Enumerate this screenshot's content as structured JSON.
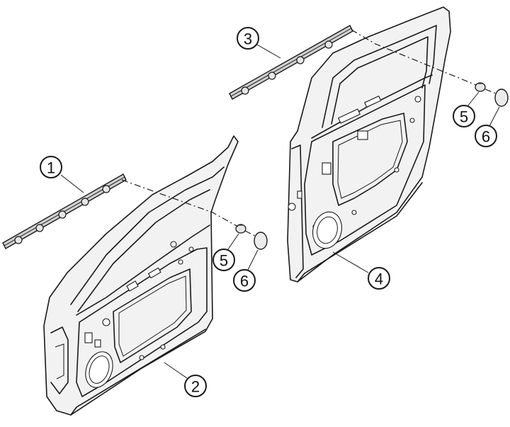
{
  "callouts": [
    {
      "id": "1",
      "label": "1"
    },
    {
      "id": "2",
      "label": "2"
    },
    {
      "id": "3",
      "label": "3"
    },
    {
      "id": "4",
      "label": "4"
    },
    {
      "id": "5a",
      "label": "5"
    },
    {
      "id": "6a",
      "label": "6"
    },
    {
      "id": "5b",
      "label": "5"
    },
    {
      "id": "6b",
      "label": "6"
    }
  ]
}
